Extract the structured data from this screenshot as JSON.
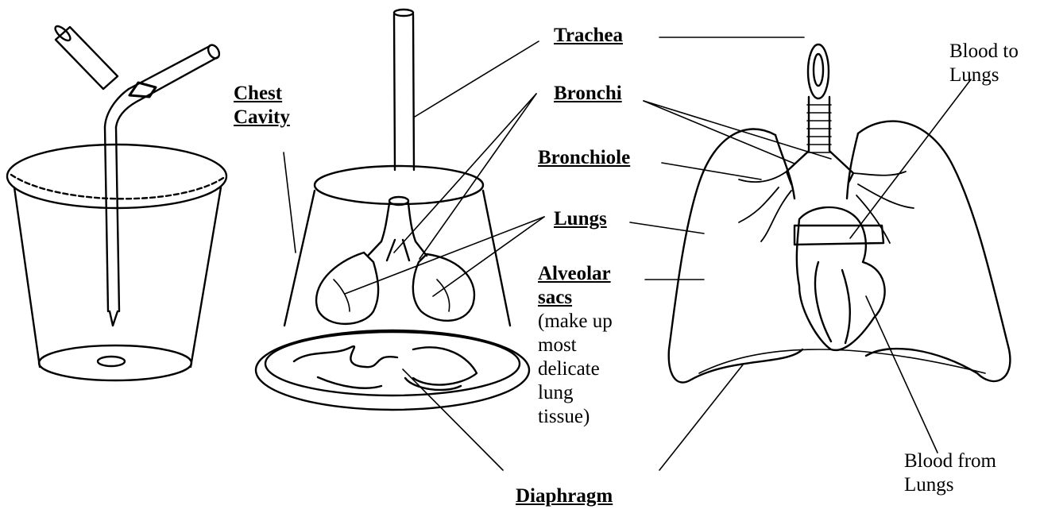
{
  "labels": {
    "trachea": "Trachea",
    "bronchi": "Bronchi",
    "bronchiole": "Bronchiole",
    "lungs": "Lungs",
    "alveolar_sacs": [
      "Alveolar",
      "sacs"
    ],
    "alveolar_note": [
      "(make up",
      "most",
      "delicate",
      "lung",
      "tissue)"
    ],
    "chest_cavity": [
      "Chest",
      "Cavity"
    ],
    "diaphragm": "Diaphragm",
    "blood_to_lungs": [
      "Blood to",
      "Lungs"
    ],
    "blood_from_lungs": [
      "Blood from",
      "Lungs"
    ]
  },
  "colors": {
    "ink": "#000000",
    "background": "#ffffff"
  }
}
